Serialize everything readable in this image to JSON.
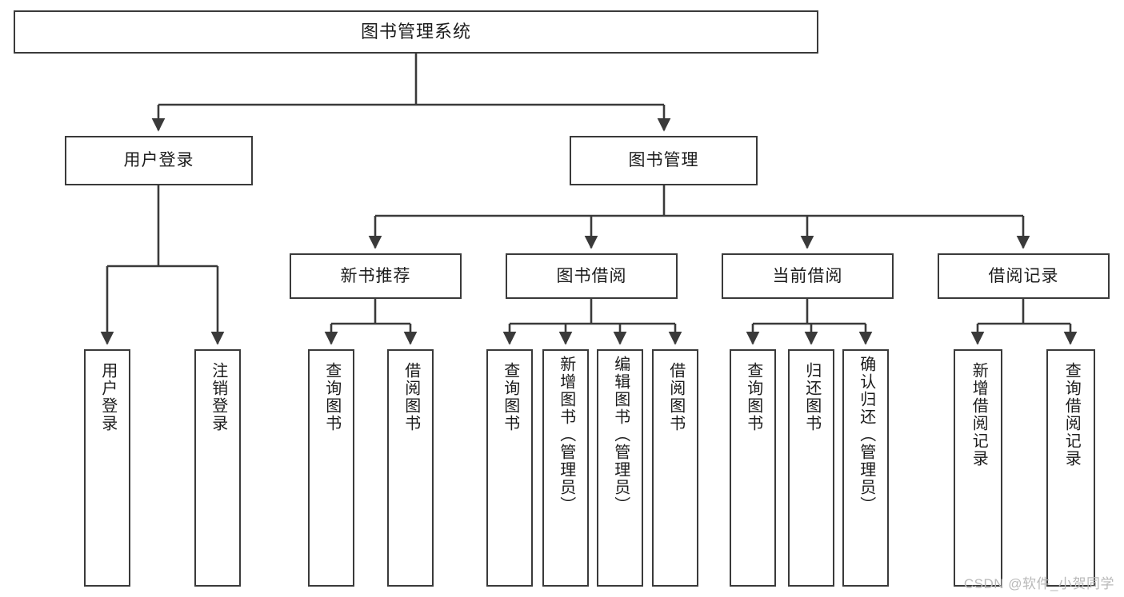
{
  "diagram": {
    "title": "图书管理系统",
    "type": "tree-hierarchy",
    "orientation": "top-down",
    "colors": {
      "box_border": "#3a3a3a",
      "box_fill": "#ffffff",
      "connector": "#3a3a3a",
      "text": "#1c1c1c",
      "watermark": "#b9b9b9",
      "background": "#ffffff"
    }
  },
  "root": {
    "label": "图书管理系统"
  },
  "level2": [
    {
      "id": "user-login",
      "label": "用户登录"
    },
    {
      "id": "book-manage",
      "label": "图书管理"
    }
  ],
  "level3": [
    {
      "id": "new-book-recommend",
      "label": "新书推荐"
    },
    {
      "id": "book-borrow",
      "label": "图书借阅"
    },
    {
      "id": "current-borrow",
      "label": "当前借阅"
    },
    {
      "id": "borrow-record",
      "label": "借阅记录"
    }
  ],
  "leaves": {
    "user_login": [
      {
        "id": "leaf-user-login",
        "label": "用户登录"
      },
      {
        "id": "leaf-logout-login",
        "label": "注销登录"
      }
    ],
    "new_book_recommend": [
      {
        "id": "leaf-query-book-1",
        "label": "查询图书"
      },
      {
        "id": "leaf-borrow-book-1",
        "label": "借阅图书"
      }
    ],
    "book_borrow": [
      {
        "id": "leaf-query-book-2",
        "label": "查询图书"
      },
      {
        "id": "leaf-add-book",
        "label": "新增图书（管理员）"
      },
      {
        "id": "leaf-edit-book",
        "label": "编辑图书（管理员）"
      },
      {
        "id": "leaf-borrow-book-2",
        "label": "借阅图书"
      }
    ],
    "current_borrow": [
      {
        "id": "leaf-query-book-3",
        "label": "查询图书"
      },
      {
        "id": "leaf-return-book",
        "label": "归还图书"
      },
      {
        "id": "leaf-confirm-return",
        "label": "确认归还（管理员）"
      }
    ],
    "borrow_record": [
      {
        "id": "leaf-add-borrow-record",
        "label": "新增借阅记录"
      },
      {
        "id": "leaf-query-borrow-record",
        "label": "查询借阅记录"
      }
    ]
  },
  "watermark": {
    "text": "CSDN @软件_小贺同学"
  }
}
